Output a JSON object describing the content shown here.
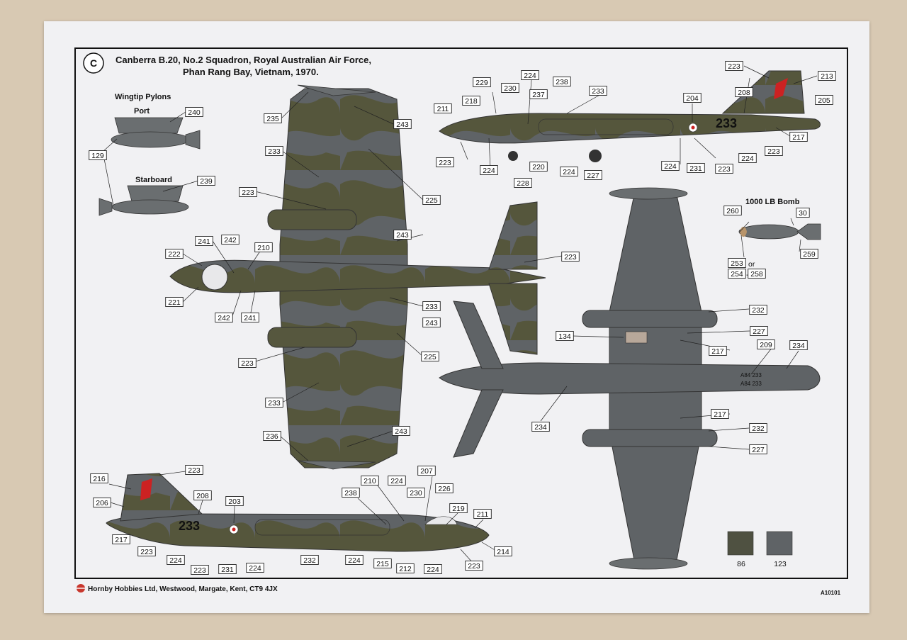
{
  "sheet": {
    "section_letter": "C",
    "title_line1": "Canberra B.20, No.2 Squadron,  Royal Australian Air Force,",
    "title_line2": "Phan Rang Bay, Vietnam, 1970.",
    "wingtip_title": "Wingtip Pylons",
    "port_label": "Port",
    "starboard_label": "Starboard",
    "bomb_title": "1000 LB Bomb",
    "or_text": "or",
    "dash_text": "-",
    "serial_text": "233",
    "footer_company": "Hornby Hobbies Ltd, Westwood, Margate, Kent, CT9 4JX",
    "footer_code": "A10101"
  },
  "colors": {
    "dark_green": "#4f5141",
    "dark_grey": "#5f6366",
    "roundel_red": "#cc2222",
    "logo_red": "#c8372d"
  },
  "swatches": [
    {
      "code": "86",
      "color": "#4f5141"
    },
    {
      "code": "123",
      "color": "#5f6366"
    }
  ],
  "callouts": [
    {
      "t": "240"
    },
    {
      "t": "129"
    },
    {
      "t": "239"
    },
    {
      "t": "235"
    },
    {
      "t": "243"
    },
    {
      "t": "233"
    },
    {
      "t": "223"
    },
    {
      "t": "225"
    },
    {
      "t": "243"
    },
    {
      "t": "241"
    },
    {
      "t": "242"
    },
    {
      "t": "210"
    },
    {
      "t": "222"
    },
    {
      "t": "221"
    },
    {
      "t": "242"
    },
    {
      "t": "241"
    },
    {
      "t": "233"
    },
    {
      "t": "243"
    },
    {
      "t": "225"
    },
    {
      "t": "223"
    },
    {
      "t": "233"
    },
    {
      "t": "236"
    },
    {
      "t": "243"
    },
    {
      "t": "223"
    },
    {
      "t": "229"
    },
    {
      "t": "224"
    },
    {
      "t": "230"
    },
    {
      "t": "237"
    },
    {
      "t": "238"
    },
    {
      "t": "233"
    },
    {
      "t": "218"
    },
    {
      "t": "211"
    },
    {
      "t": "223"
    },
    {
      "t": "213"
    },
    {
      "t": "208"
    },
    {
      "t": "204"
    },
    {
      "t": "205"
    },
    {
      "t": "217"
    },
    {
      "t": "223"
    },
    {
      "t": "224"
    },
    {
      "t": "223"
    },
    {
      "t": "231"
    },
    {
      "t": "224"
    },
    {
      "t": "227"
    },
    {
      "t": "224"
    },
    {
      "t": "220"
    },
    {
      "t": "228"
    },
    {
      "t": "224"
    },
    {
      "t": "223"
    },
    {
      "t": "260"
    },
    {
      "t": "30"
    },
    {
      "t": "259"
    },
    {
      "t": "253"
    },
    {
      "t": "254"
    },
    {
      "t": "258"
    },
    {
      "t": "232"
    },
    {
      "t": "134"
    },
    {
      "t": "227"
    },
    {
      "t": "217"
    },
    {
      "t": "209"
    },
    {
      "t": "234"
    },
    {
      "t": "234"
    },
    {
      "t": "217"
    },
    {
      "t": "232"
    },
    {
      "t": "227"
    },
    {
      "t": "216"
    },
    {
      "t": "223"
    },
    {
      "t": "208"
    },
    {
      "t": "206"
    },
    {
      "t": "203"
    },
    {
      "t": "238"
    },
    {
      "t": "210"
    },
    {
      "t": "224"
    },
    {
      "t": "207"
    },
    {
      "t": "230"
    },
    {
      "t": "226"
    },
    {
      "t": "219"
    },
    {
      "t": "211"
    },
    {
      "t": "217"
    },
    {
      "t": "223"
    },
    {
      "t": "224"
    },
    {
      "t": "223"
    },
    {
      "t": "231"
    },
    {
      "t": "224"
    },
    {
      "t": "232"
    },
    {
      "t": "224"
    },
    {
      "t": "215"
    },
    {
      "t": "212"
    },
    {
      "t": "224"
    },
    {
      "t": "214"
    },
    {
      "t": "223"
    }
  ]
}
